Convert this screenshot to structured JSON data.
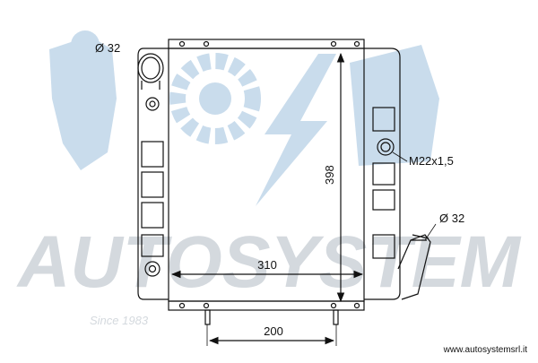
{
  "watermark": {
    "brand": "AUTOSYSTEM",
    "tagline": "Since 1983",
    "colors": {
      "text": "#d4d9de",
      "logo": "#c9dcec"
    }
  },
  "drawing": {
    "line_color": "#111111",
    "labels": {
      "top_left_pipe": "Ø 32",
      "right_fitting": "M22x1,5",
      "right_pipe": "Ø 32"
    },
    "dimensions": {
      "height": "398",
      "width": "310",
      "bracket_spacing": "200"
    }
  },
  "footer": {
    "website": "www.autosystemsrl.it"
  }
}
